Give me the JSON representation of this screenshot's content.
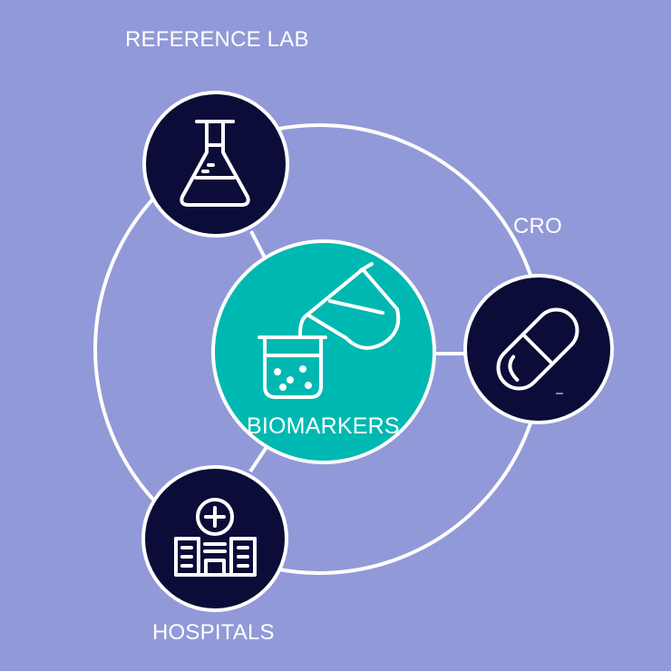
{
  "colors": {
    "background": "#9299d8",
    "node_fill": "#0b0c38",
    "center_fill": "#00b8b2",
    "stroke": "#ffffff"
  },
  "center": {
    "label": "BIOMARKERS",
    "icon": "beaker-pouring-icon"
  },
  "nodes": [
    {
      "label": "REFERENCE LAB",
      "icon": "flask-icon"
    },
    {
      "label": "CRO",
      "icon": "capsule-icon"
    },
    {
      "label": "HOSPITALS",
      "icon": "hospital-icon"
    }
  ]
}
